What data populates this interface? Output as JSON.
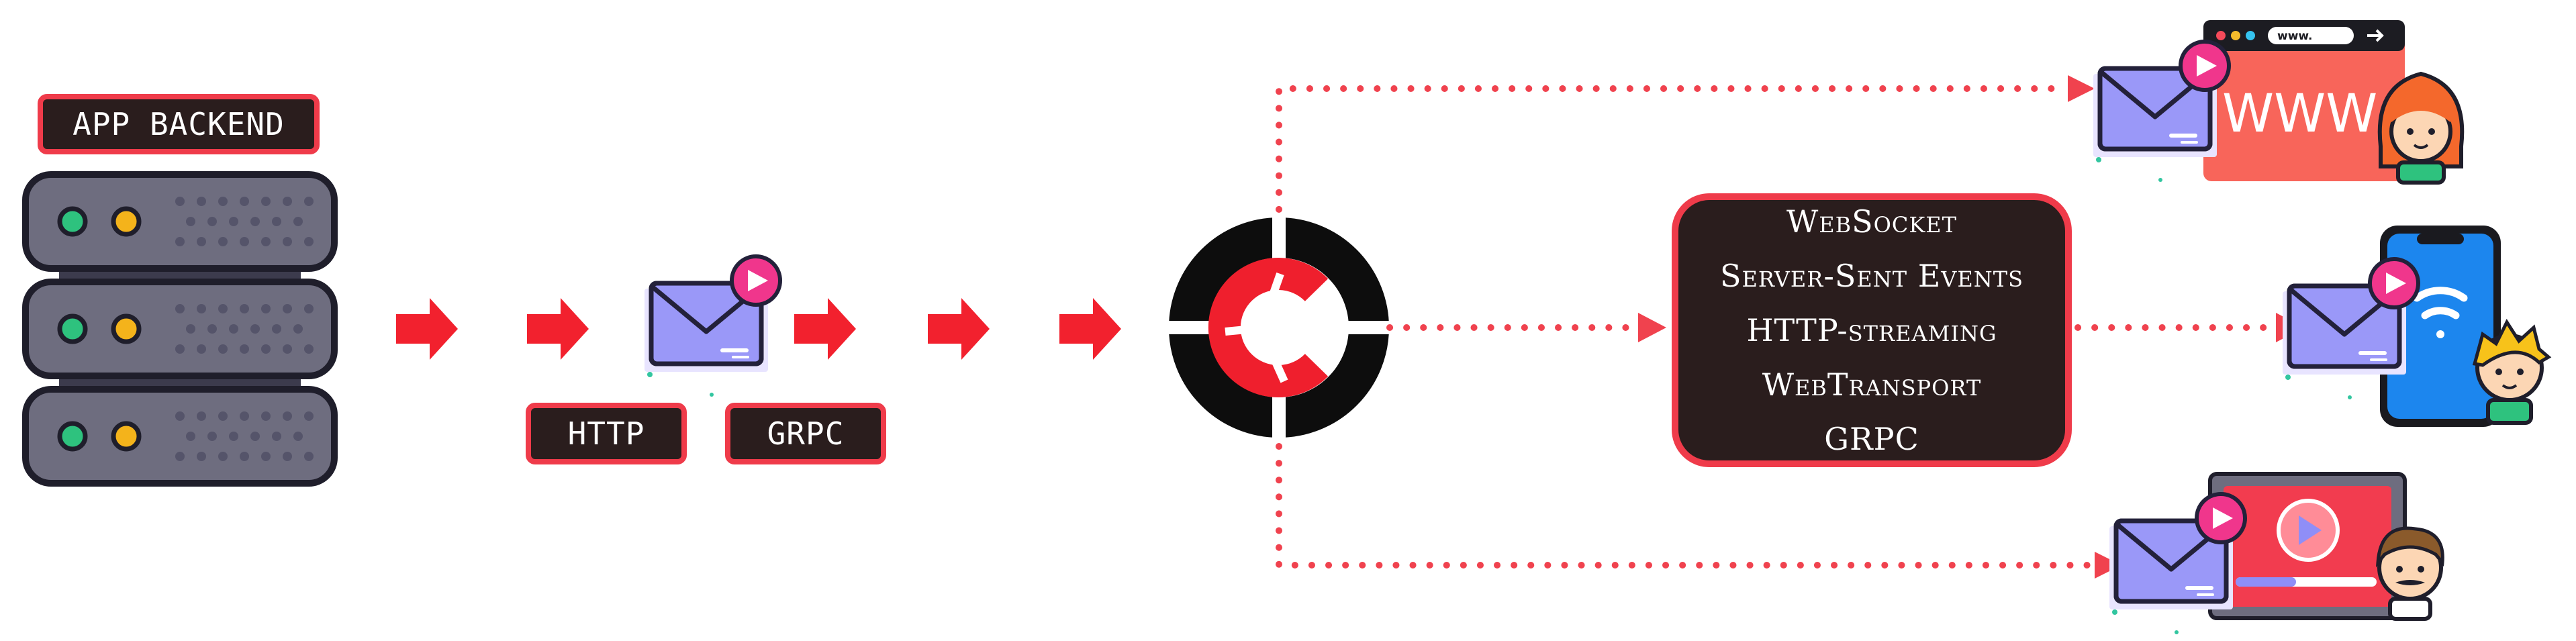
{
  "labels": {
    "app_backend": "APP BACKEND",
    "http": "HTTP",
    "grpc": "GRPC"
  },
  "protocols": [
    "WebSocket",
    "Server-Sent Events",
    "HTTP-streaming",
    "WebTransport",
    "GRPC"
  ],
  "browser": {
    "url_text": "www.",
    "page_text": "WWW"
  },
  "colors": {
    "accent": "#ef3b4a",
    "dark_box": "#2a1d1d",
    "server_body": "#6e6d7f",
    "envelope": "#8f8ef7",
    "pink": "#f0368c"
  },
  "icons": [
    "server-icon",
    "envelope-icon",
    "centrifugo-logo-icon",
    "browser-window-icon",
    "smartphone-icon",
    "wifi-icon",
    "tv-screen-icon",
    "play-icon",
    "user-avatar-icon"
  ]
}
